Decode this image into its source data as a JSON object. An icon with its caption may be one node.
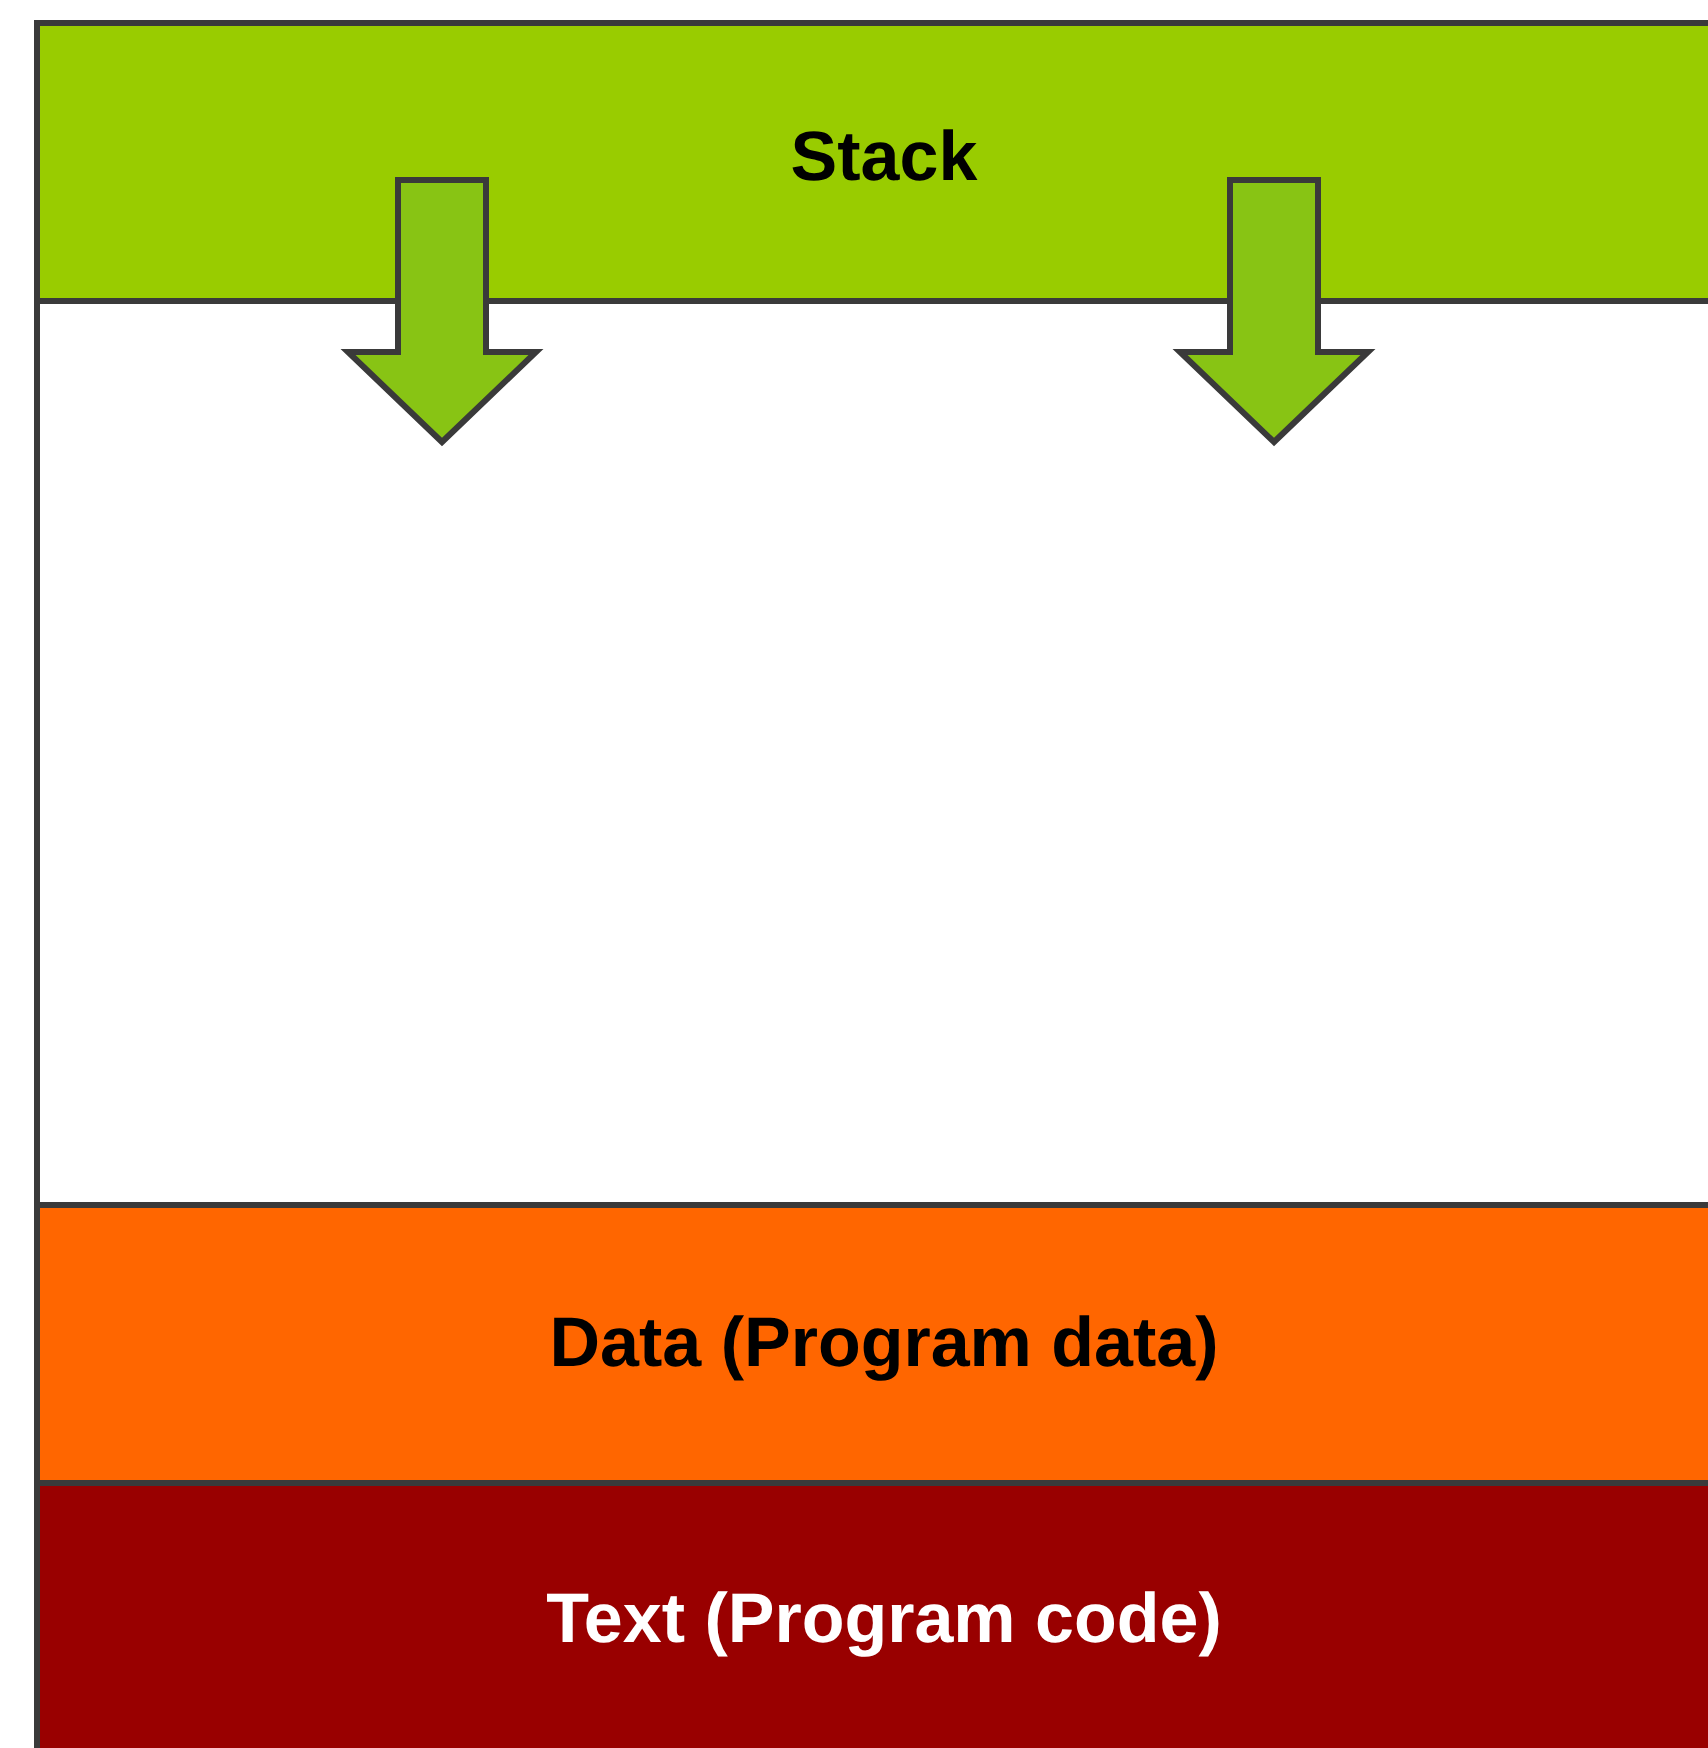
{
  "diagram": {
    "nodes": [
      {
        "text": [
          "Stack"
        ]
      },
      {
        "text": [],
        "shape": "box"
      },
      {
        "text": [
          "Data (Program data)"
        ]
      },
      {
        "text": [
          "Text (Program code)"
        ]
      }
    ],
    "edges": [
      {
        "from": 0,
        "to": 1,
        "arrow": "to"
      },
      {
        "from": 0,
        "to": 1,
        "arrow": "to"
      }
    ]
  }
}
